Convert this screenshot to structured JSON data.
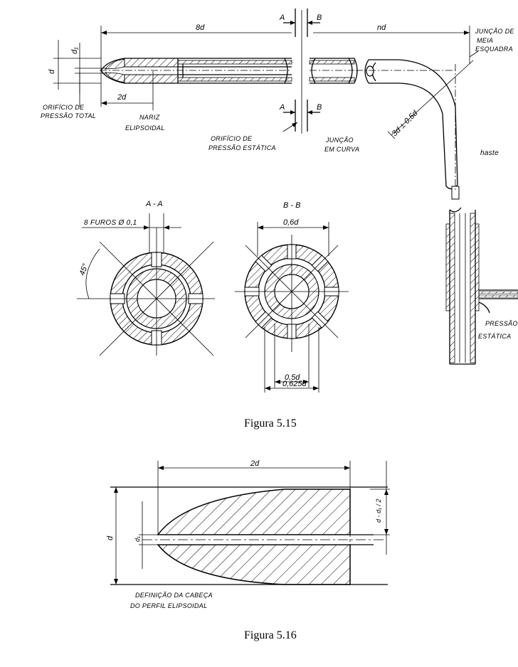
{
  "fig515": {
    "caption": "Figura 5.15",
    "labels": {
      "dim_8d": "8d",
      "dim_nd": "nd",
      "dim_2d": "2d",
      "dim_d": "d",
      "dim_d1": "d₁",
      "sec_A_top": "A",
      "sec_B_top": "B",
      "sec_A_bottom": "A",
      "sec_B_bottom": "B",
      "orificio_total_1": "ORIFÍCIO  DE",
      "orificio_total_2": "PRESSÃO  TOTAL",
      "nariz_1": "NARIZ",
      "nariz_2": "ELIPSOIDAL",
      "orificio_estatica_1": "ORIFÍCIO  DE",
      "orificio_estatica_2": "PRESSÃO  ESTÁTICA",
      "juncao_curva_1": "JUNÇÃO",
      "juncao_curva_2": "EM  CURVA",
      "juncao_meia_1": "JUNÇÃO  DE",
      "juncao_meia_2": "MEIA",
      "juncao_meia_3": "ESQUADRA",
      "raio": "3d ± 0,5d",
      "haste": "haste",
      "pressao_estatica_1": "PRESSÃO",
      "pressao_estatica_2": "ESTÁTICA",
      "section_AA": "A - A",
      "section_BB": "B - B",
      "furos": "8 FUROS  Ø 0,1",
      "angle": "45°",
      "dim_06d": "0,6d",
      "dim_05d": "0,5d",
      "dim_0625d": "0,625d"
    }
  },
  "fig516": {
    "caption": "Figura 5.16",
    "labels": {
      "dim_2d": "2d",
      "dim_d": "d",
      "dim_d1": "d₁",
      "dim_half": "d - d₁ / 2",
      "definicao_1": "DEFINIÇÃO  DA  CABEÇA",
      "definicao_2": "DO  PERFIL  ELIPSOIDAL"
    }
  }
}
